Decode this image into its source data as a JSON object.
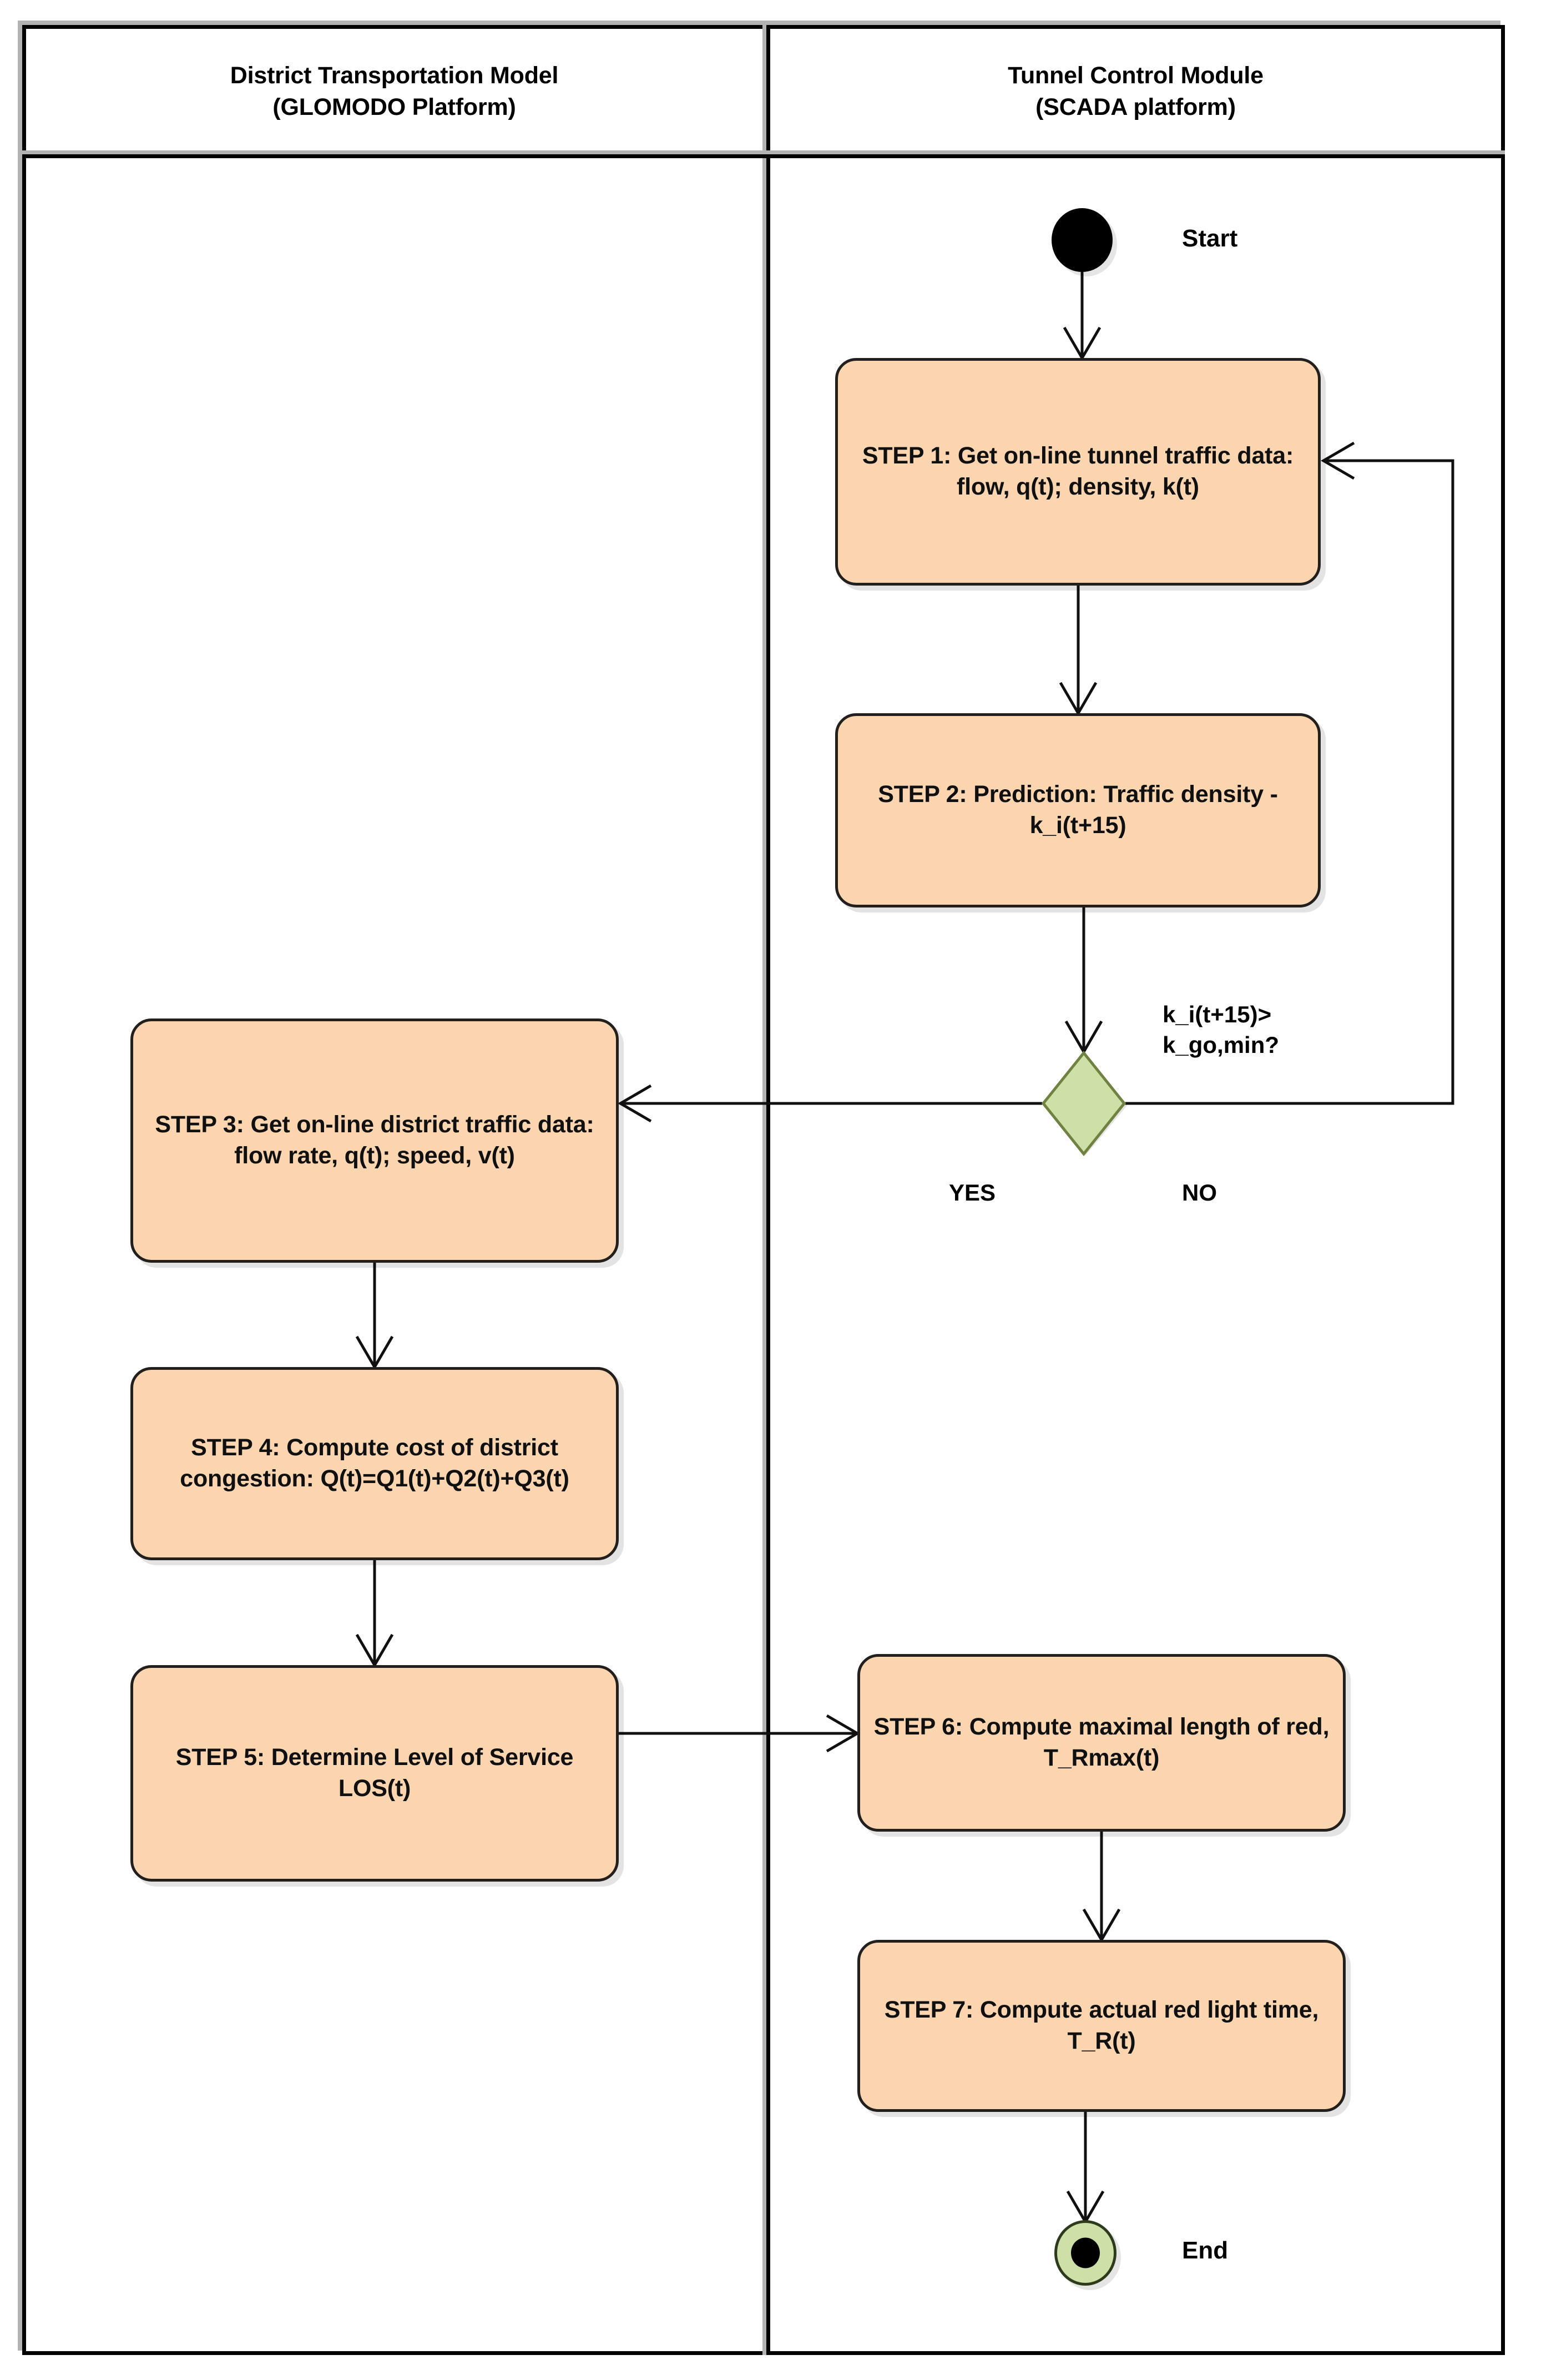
{
  "diagram": {
    "type": "uml-activity-swimlane",
    "lanes": [
      {
        "id": "district-transportation-model",
        "title_line1": "District Transportation Model",
        "title_line2": "(GLOMODO Platform)"
      },
      {
        "id": "tunnel-control-module",
        "title_line1": "Tunnel Control Module",
        "title_line2": "(SCADA platform)"
      }
    ],
    "nodes": {
      "start": {
        "label": "Start",
        "shape": "initial-node",
        "lane": "tunnel-control-module"
      },
      "end": {
        "label": "End",
        "shape": "final-node",
        "lane": "tunnel-control-module"
      },
      "step1": {
        "text": "STEP 1: Get on-line tunnel traffic data: flow, q(t); density, k(t)",
        "lane": "tunnel-control-module"
      },
      "step2": {
        "text": "STEP 2: Prediction: Traffic density - k_i(t+15)",
        "lane": "tunnel-control-module"
      },
      "step3": {
        "text": "STEP 3: Get on-line district traffic data: flow rate, q(t); speed, v(t)",
        "lane": "district-transportation-model"
      },
      "step4": {
        "text": "STEP 4: Compute cost of district congestion: Q(t)=Q1(t)+Q2(t)+Q3(t)",
        "lane": "district-transportation-model"
      },
      "step5": {
        "text": "STEP 5: Determine Level of Service LOS(t)",
        "lane": "district-transportation-model"
      },
      "step6": {
        "text": "STEP 6: Compute maximal length of red, T_Rmax(t)",
        "lane": "tunnel-control-module"
      },
      "step7": {
        "text": "STEP 7: Compute actual red light time, T_R(t)",
        "lane": "tunnel-control-module"
      },
      "decision": {
        "condition": "k_i(t+15)>\nk_go,min?",
        "yes_label": "YES",
        "no_label": "NO",
        "shape": "diamond",
        "lane": "tunnel-control-module"
      }
    },
    "edges": [
      {
        "from": "start",
        "to": "step1"
      },
      {
        "from": "step1",
        "to": "step2"
      },
      {
        "from": "step2",
        "to": "decision"
      },
      {
        "from": "decision",
        "to": "step3",
        "guard": "YES"
      },
      {
        "from": "decision",
        "to": "step1",
        "guard": "NO"
      },
      {
        "from": "step3",
        "to": "step4"
      },
      {
        "from": "step4",
        "to": "step5"
      },
      {
        "from": "step5",
        "to": "step6"
      },
      {
        "from": "step6",
        "to": "step7"
      },
      {
        "from": "step7",
        "to": "end"
      }
    ]
  },
  "colors": {
    "activity_fill": "#fad5b0",
    "activity_border": "#231f1c",
    "decision_fill": "#cde0a8",
    "decision_border": "#6f8242",
    "final_fill": "#cde0a8",
    "frame_border": "#000000",
    "frame_shadow": "#b3b3b3",
    "connector": "#101010"
  }
}
